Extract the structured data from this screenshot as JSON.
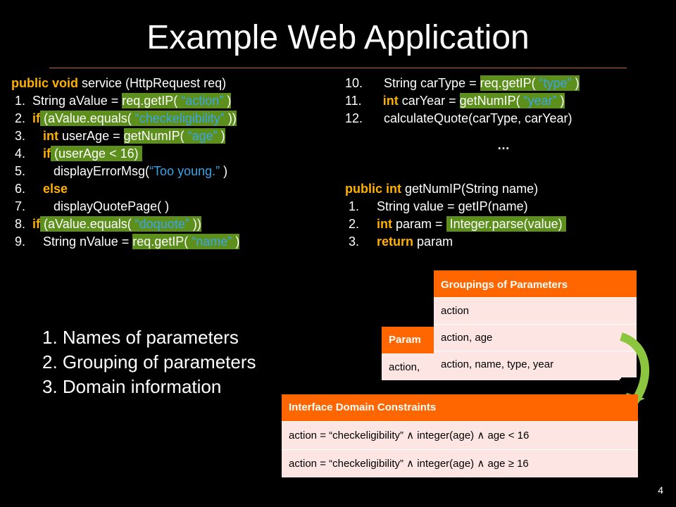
{
  "title": "Example Web Application",
  "left_code": {
    "header": {
      "kw": "public void",
      "text": " service (HttpRequest req)"
    },
    "l1": {
      "pre": " 1.  String aValue = ",
      "call": "req.getIP( ",
      "arg": "“action”",
      "post": " )"
    },
    "l2": {
      "pre": " 2.  ",
      "kw": "if",
      "hl_pre": " (aValue.equals( ",
      "arg": "“checkeligibility”",
      "post": " ))"
    },
    "l3": {
      "pre": " 3.     ",
      "kw": "int",
      "mid": " userAge = ",
      "call": "getNumIP( ",
      "arg": "“age”",
      "post": " )"
    },
    "l4": {
      "pre": " 4.     ",
      "kw": "if",
      "hl": " (userAge < 16) "
    },
    "l5": {
      "pre": " 5.        displayErrorMsg(",
      "arg": "“Too young.”",
      "post": " )"
    },
    "l6": {
      "pre": " 6.     ",
      "kw": "else"
    },
    "l7": {
      "pre": " 7.        displayQuotePage( )"
    },
    "l8": {
      "pre": " 8.  ",
      "kw": "if",
      "hl_pre": " (aValue.equals( ",
      "arg": "“doquote”",
      "post": " ))"
    },
    "l9": {
      "pre": " 9.     String nValue = ",
      "call": "req.getIP( ",
      "arg": "“name”",
      "post": " )"
    }
  },
  "right_code": {
    "l10": {
      "pre": "10.      String carType = ",
      "call": "req.getIP( ",
      "arg": "“type”",
      "post": " )"
    },
    "l11": {
      "pre": "11.      ",
      "kw": "int",
      "mid": " carYear = ",
      "call": "getNumIP( ",
      "arg": "“year”",
      "post": " )"
    },
    "l12": {
      "pre": "12.      calculateQuote(carType, carYear)"
    },
    "dots": "…",
    "fn_header": {
      "kw": "public int",
      "text": " getNumIP(String name)"
    },
    "f1": {
      "pre": " 1.     String value = getIP(name)"
    },
    "f2": {
      "pre": " 2.     ",
      "kw": "int",
      "mid": " param = ",
      "hl": " Integer.parse(value) "
    },
    "f3": {
      "pre": " 3.     ",
      "kw": "return",
      "mid": " param"
    }
  },
  "steps": [
    "1. Names of parameters",
    "2. Grouping of parameters",
    "3. Domain information"
  ],
  "params_table": {
    "header": "Param",
    "row": "action,"
  },
  "groupings_table": {
    "header": "Groupings of Parameters",
    "rows": [
      "action",
      "action, age",
      "action, name, type, year"
    ]
  },
  "constraints_table": {
    "header": "Interface Domain Constraints",
    "rows": [
      "action = “checkeligibility” ∧ integer(age) ∧ age < 16",
      "action = “checkeligibility” ∧ integer(age) ∧ age ≥ 16"
    ]
  },
  "page_number": "4",
  "colors": {
    "keyword": "#ffb100",
    "string": "#3aa4e8",
    "highlight": "#5d8f1c",
    "table_header": "#ff6600",
    "table_row": "#fde5e3",
    "arrow": "#8cc63f"
  }
}
